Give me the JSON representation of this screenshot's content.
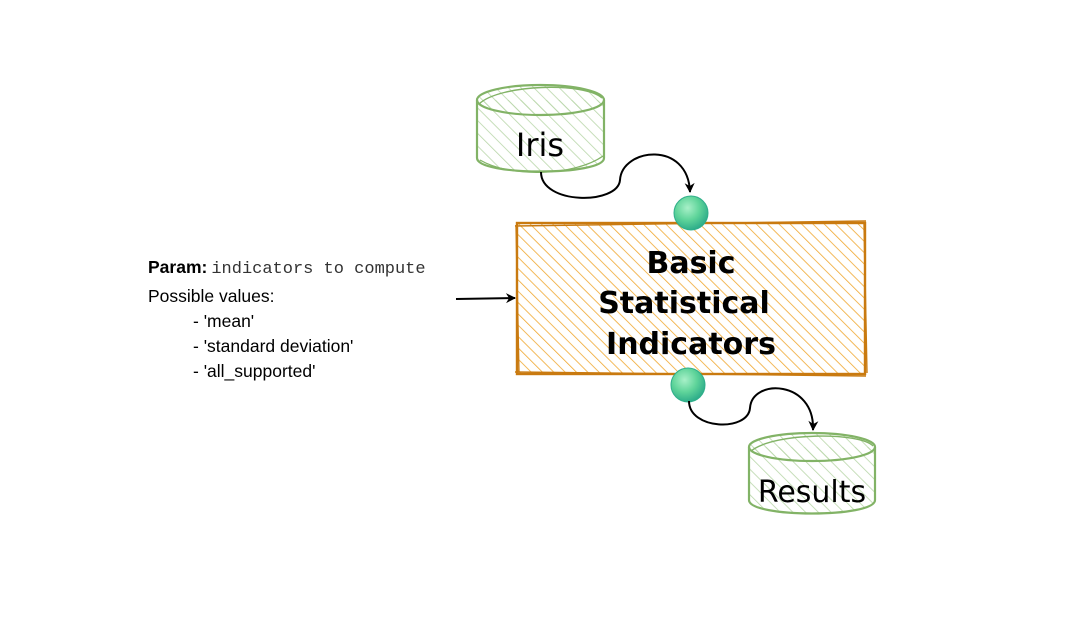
{
  "input_node": {
    "label": "Iris"
  },
  "process_node": {
    "lines": [
      "Basic",
      "Statistical",
      "Indicators"
    ]
  },
  "output_node": {
    "label": "Results"
  },
  "param": {
    "label": "Param:",
    "name": "indicators to compute",
    "values_title": "Possible values:",
    "values": [
      "- 'mean'",
      "- 'standard deviation'",
      "- 'all_supported'"
    ]
  },
  "colors": {
    "dataset_stroke": "#82b366",
    "dataset_hatch": "#b9d6a9",
    "process_stroke": "#c97a10",
    "process_hatch": "#f0a830",
    "port_fill": "#5fd49a",
    "edge": "#000000"
  },
  "icons": {
    "dataset": "cylinder-shape",
    "port": "port-circle-icon"
  }
}
